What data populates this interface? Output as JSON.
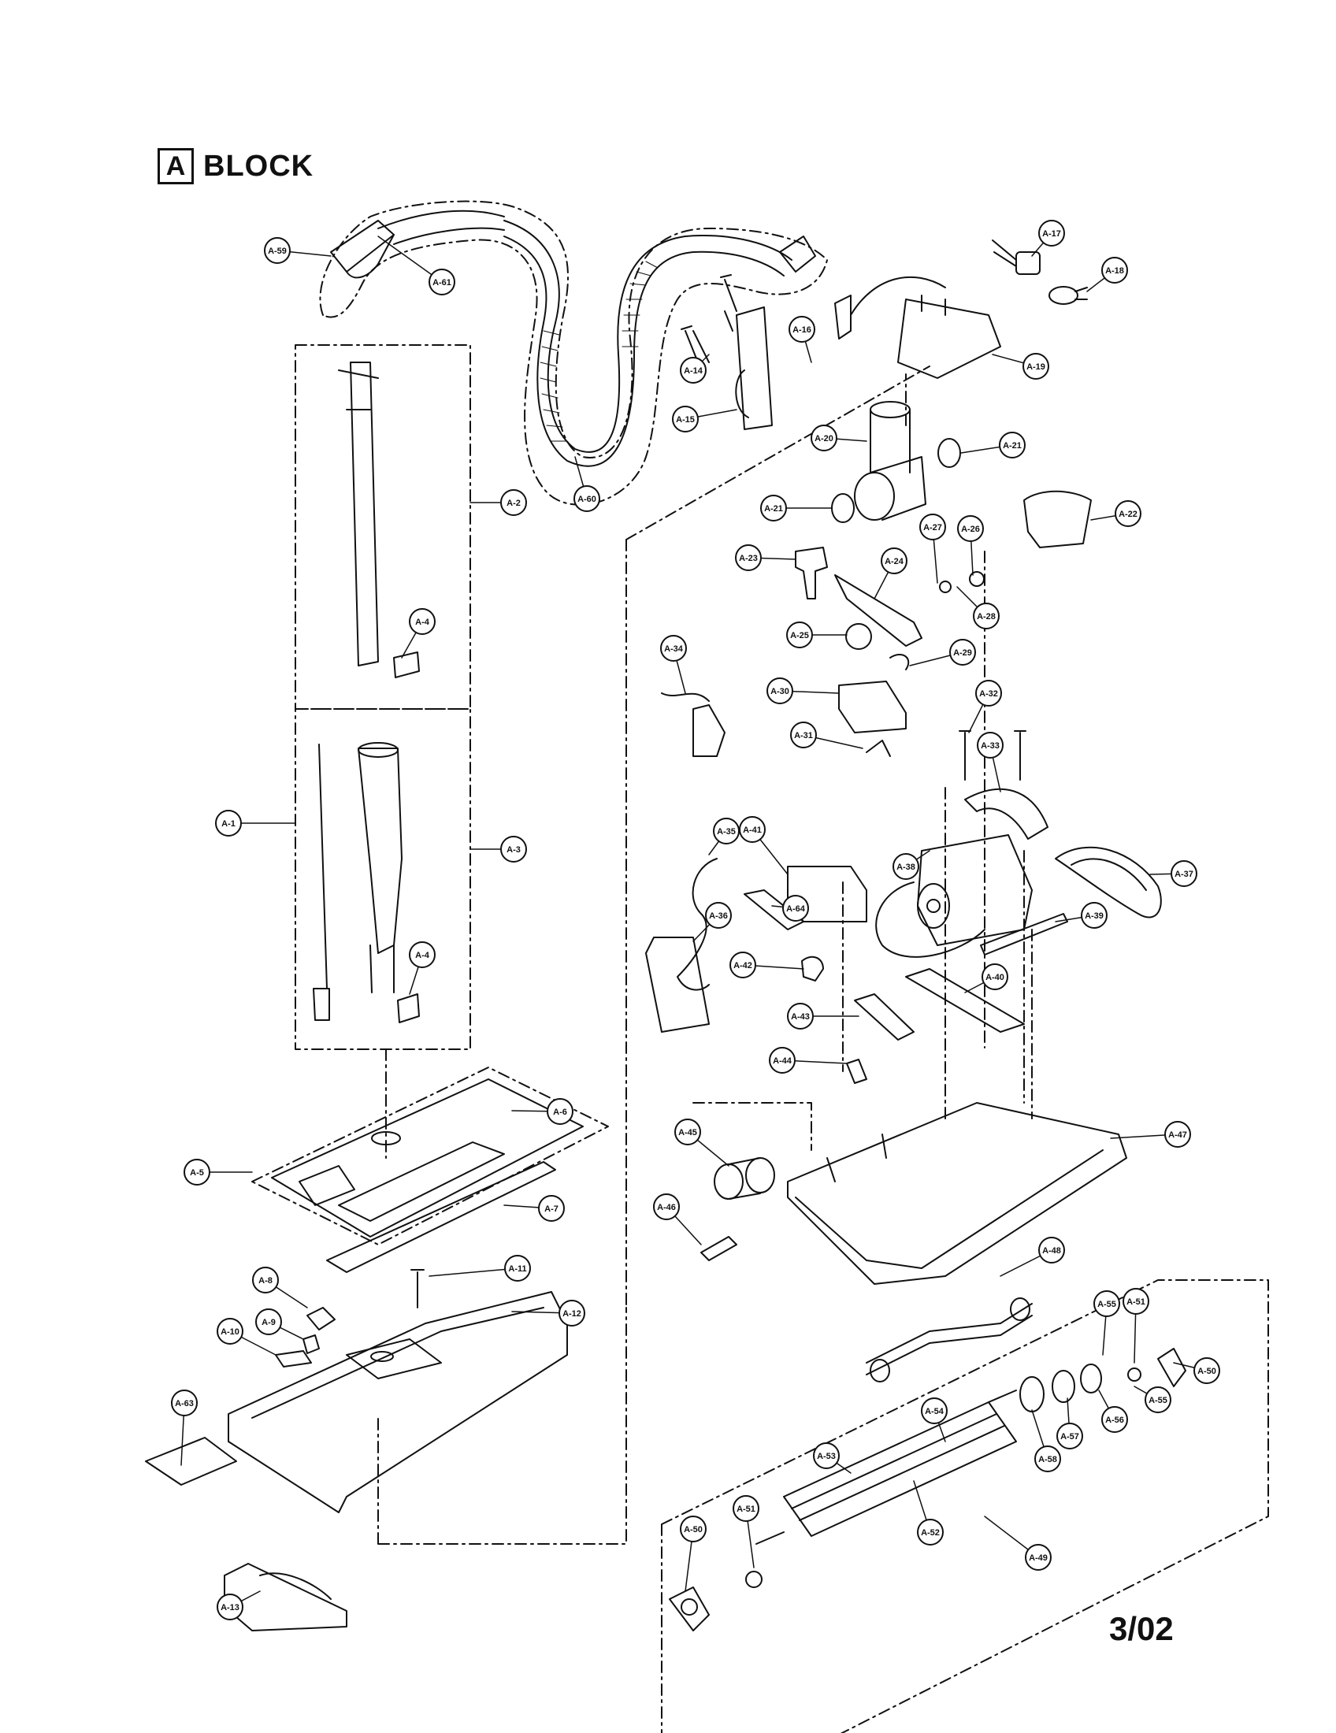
{
  "header": {
    "block_letter": "A",
    "block_word": "BLOCK"
  },
  "date_code": "3/02",
  "callouts": [
    "A-1",
    "A-2",
    "A-3",
    "A-4",
    "A-4",
    "A-5",
    "A-6",
    "A-7",
    "A-8",
    "A-9",
    "A-10",
    "A-11",
    "A-12",
    "A-13",
    "A-14",
    "A-15",
    "A-16",
    "A-17",
    "A-18",
    "A-19",
    "A-20",
    "A-21",
    "A-21",
    "A-22",
    "A-23",
    "A-24",
    "A-25",
    "A-26",
    "A-27",
    "A-28",
    "A-29",
    "A-30",
    "A-31",
    "A-32",
    "A-33",
    "A-34",
    "A-35",
    "A-36",
    "A-37",
    "A-38",
    "A-39",
    "A-40",
    "A-41",
    "A-42",
    "A-43",
    "A-44",
    "A-45",
    "A-46",
    "A-47",
    "A-48",
    "A-49",
    "A-50",
    "A-50",
    "A-51",
    "A-51",
    "A-52",
    "A-53",
    "A-54",
    "A-55",
    "A-55",
    "A-56",
    "A-57",
    "A-58",
    "A-59",
    "A-60",
    "A-61",
    "A-63",
    "A-64"
  ]
}
